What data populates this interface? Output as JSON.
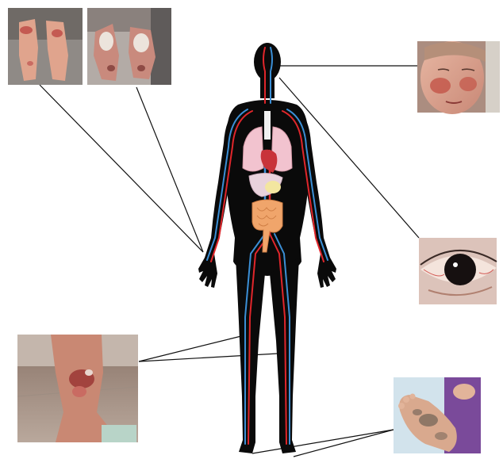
{
  "figure": {
    "photos": [
      {
        "id": "hands-rash",
        "icon": "hands-photo-icon"
      },
      {
        "id": "hands-crusted",
        "icon": "hands-photo-icon"
      },
      {
        "id": "face-rash",
        "icon": "face-photo-icon"
      },
      {
        "id": "eye-redness",
        "icon": "eye-photo-icon"
      },
      {
        "id": "leg-lesion",
        "icon": "leg-photo-icon"
      },
      {
        "id": "foot-sole",
        "icon": "foot-photo-icon"
      }
    ],
    "colors": {
      "silhouette": "#0a0a0a",
      "artery": "#e0262b",
      "vein": "#3b8fd6",
      "lung": "#f2c3cf",
      "heart": "#c8333a",
      "liver": "#e8d2dc",
      "intestine": "#f0a56b",
      "connector": "#111111"
    }
  }
}
